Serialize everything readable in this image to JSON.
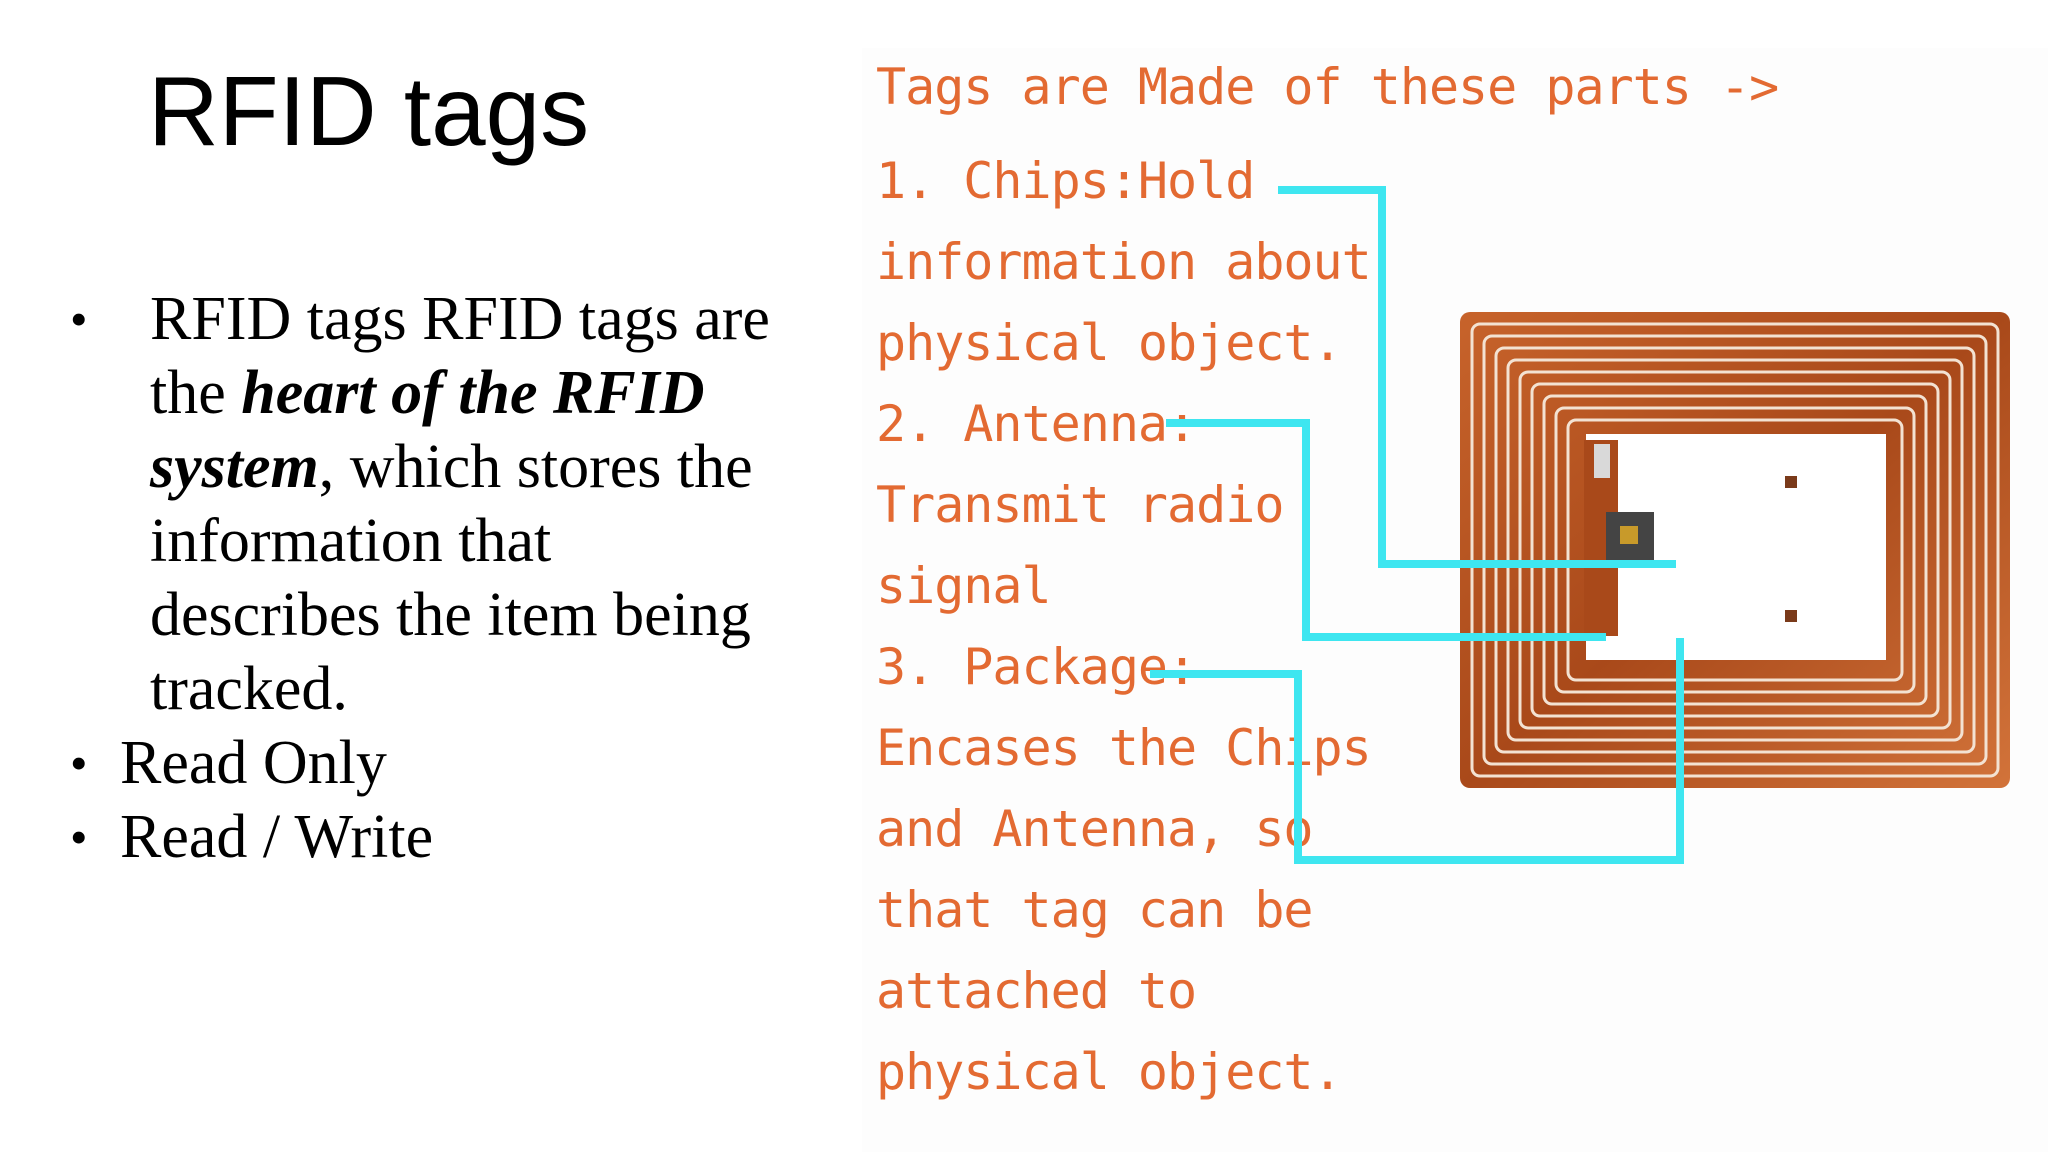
{
  "slide": {
    "title": "RFID tags",
    "bullets": {
      "b1_part1": "RFID tags RFID tags are the ",
      "b1_emph": "heart of the RFID system",
      "b1_part2": ", which stores the information that describes the item being tracked.",
      "b2": "Read Only",
      "b3": "Read / Write"
    }
  },
  "figure": {
    "heading": "Tags are Made of these parts ->",
    "lines": [
      "1. Chips:Hold",
      "information about",
      "physical object.",
      "2. Antenna:",
      "Transmit radio",
      "signal",
      "3. Package:",
      "Encases the Chips",
      "and Antenna, so",
      "that tag can be",
      "attached to",
      "physical object."
    ],
    "colors": {
      "text": "#e36a32",
      "leader_lines": "#3ee6f0",
      "copper": "#b8531f",
      "chip": "#3a3a3a"
    }
  }
}
